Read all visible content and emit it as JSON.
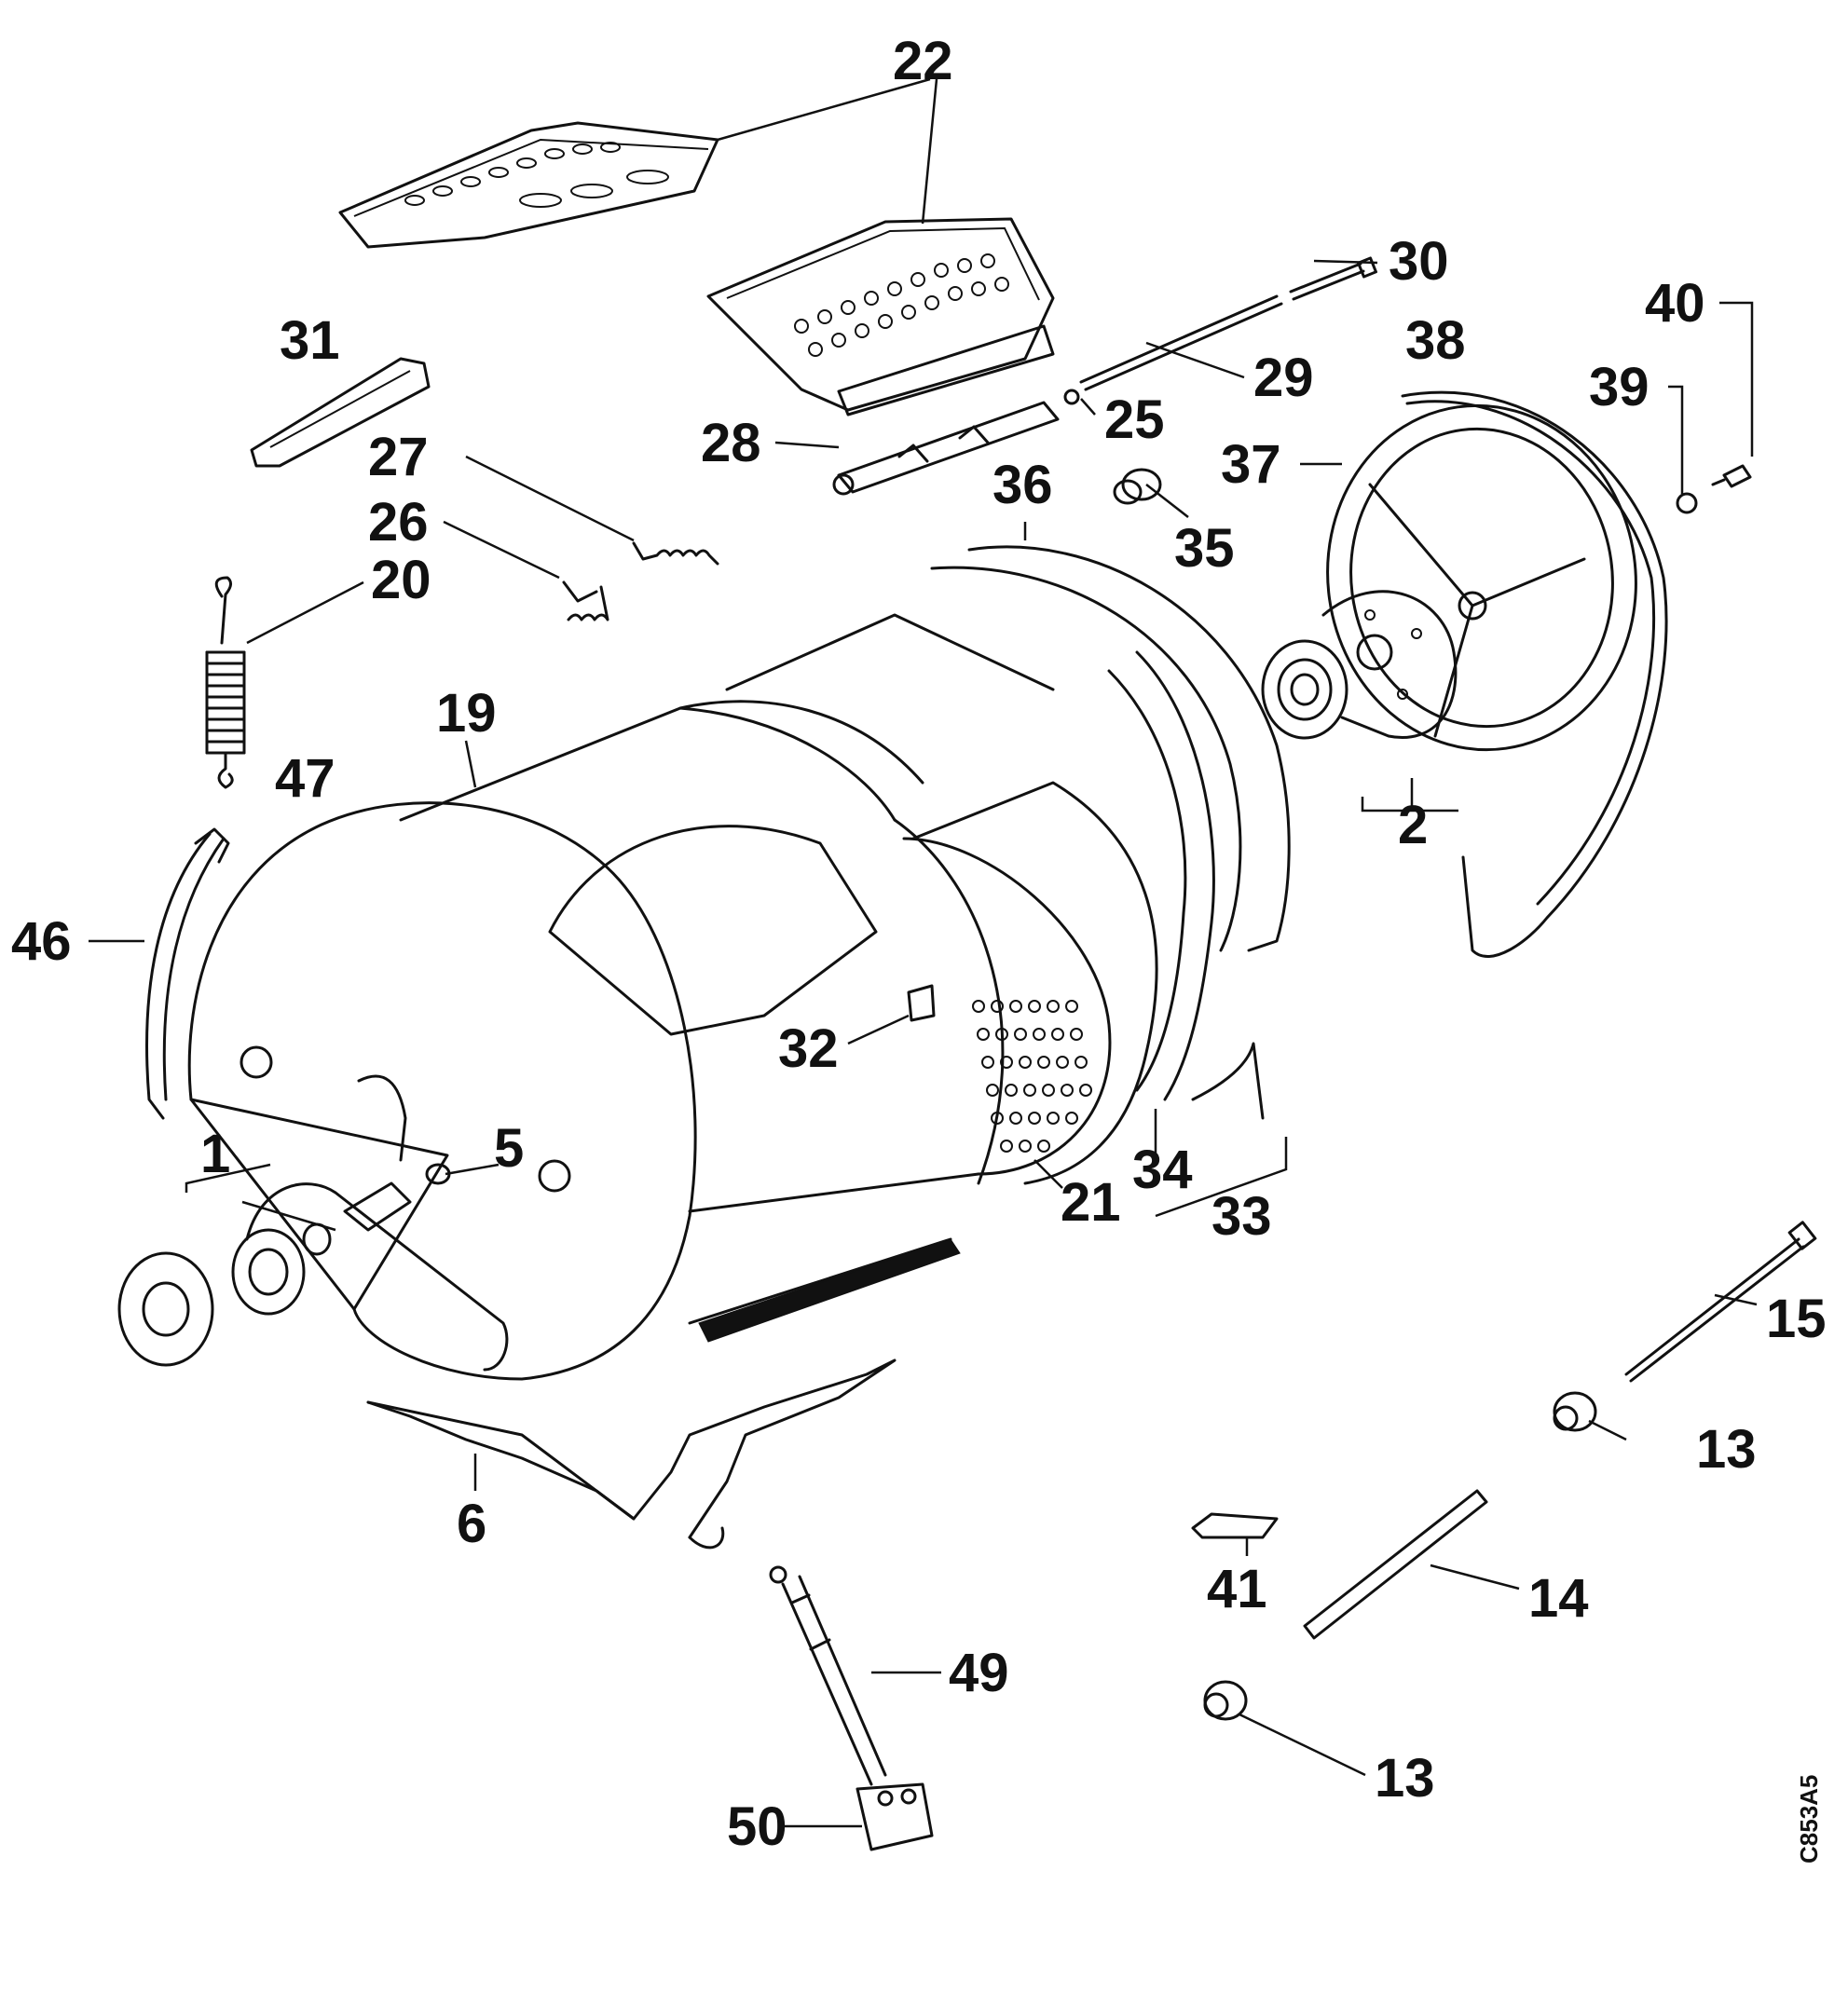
{
  "labels": {
    "p22": "22",
    "p30": "30",
    "p40": "40",
    "p31": "31",
    "p38": "38",
    "p39": "39",
    "p29": "29",
    "p25": "25",
    "p28": "28",
    "p27": "27",
    "p37": "37",
    "p36": "36",
    "p35": "35",
    "p26": "26",
    "p20": "20",
    "p19": "19",
    "p47": "47",
    "p2": "2",
    "p46": "46",
    "p32": "32",
    "p34": "34",
    "p33": "33",
    "p1": "1",
    "p5": "5",
    "p21": "21",
    "p15": "15",
    "p13a": "13",
    "p6": "6",
    "p41": "41",
    "p14": "14",
    "p49": "49",
    "p13b": "13",
    "p50": "50"
  },
  "drawing_code": "C853A5"
}
